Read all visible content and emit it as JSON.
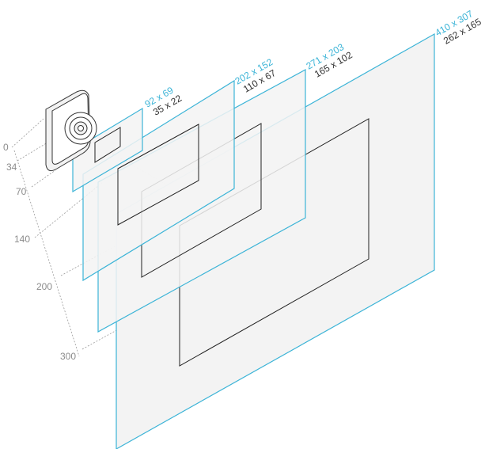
{
  "colors": {
    "fov_frame": "#3cb4d7",
    "image_frame": "#222222",
    "panel_fill": "#f3f3f3",
    "distance_text": "#8c8c8c",
    "guide_line": "#9a9a9a"
  },
  "icons": {
    "camera": "camera-icon"
  },
  "distances": [
    "0",
    "34",
    "70",
    "140",
    "200",
    "300"
  ],
  "planes": [
    {
      "fov": "92 x 69",
      "image": "35 x 22"
    },
    {
      "fov": "202 x 152",
      "image": "110 x 67"
    },
    {
      "fov": "271 x 203",
      "image": "165 x 102"
    },
    {
      "fov": "410 x 307",
      "image": "262 x 165"
    }
  ]
}
